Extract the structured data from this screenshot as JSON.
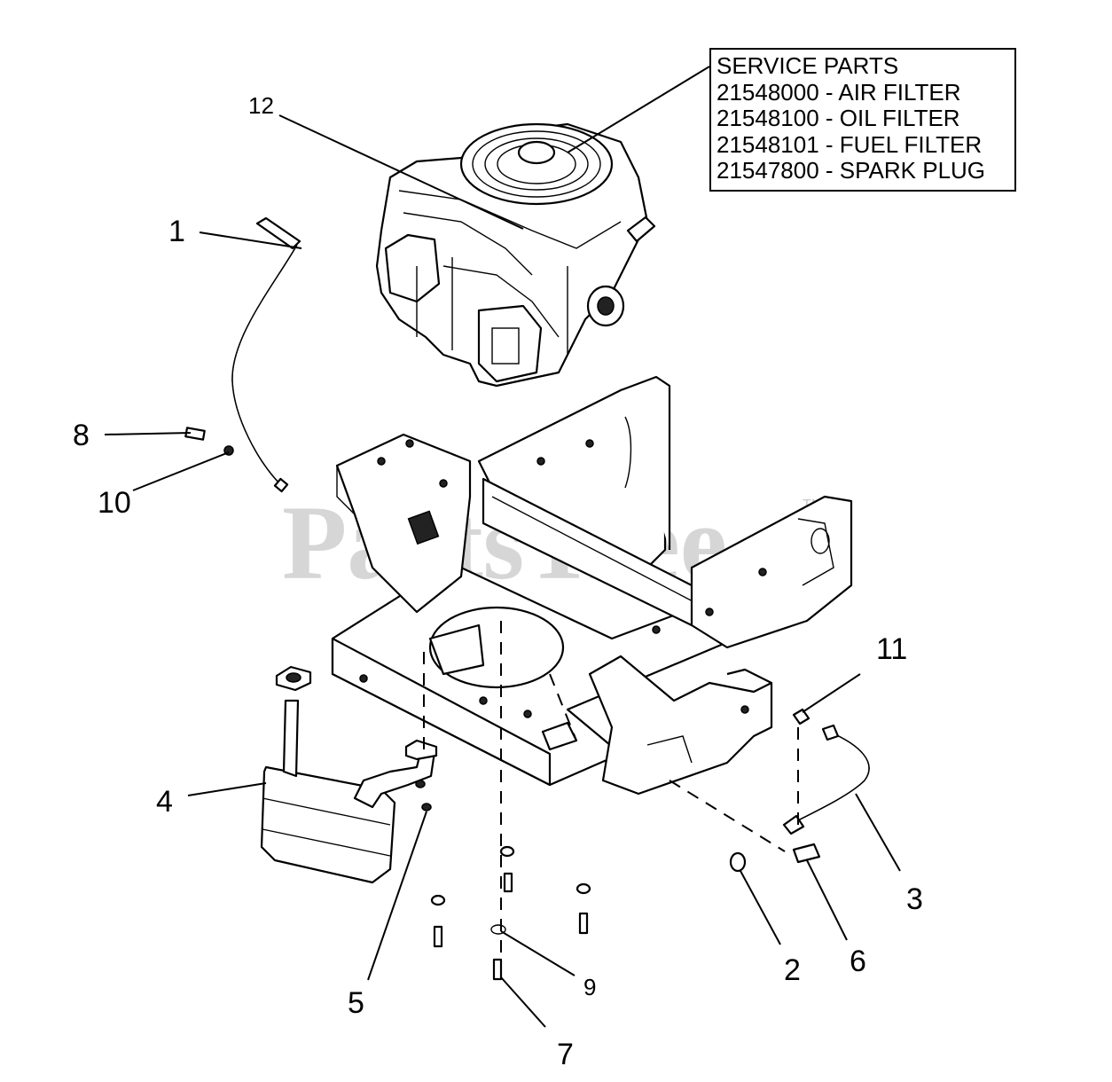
{
  "service_parts": {
    "title": "SERVICE PARTS",
    "items": [
      "21548000 - AIR FILTER",
      "21548100 - OIL FILTER",
      "21548101 - FUEL FILTER",
      "21547800 - SPARK PLUG"
    ]
  },
  "callouts": {
    "c1": "1",
    "c2": "2",
    "c3": "3",
    "c4": "4",
    "c5": "5",
    "c6": "6",
    "c7": "7",
    "c8": "8",
    "c9": "9",
    "c10": "10",
    "c11": "11",
    "c12": "12"
  },
  "watermark": {
    "text": "PartsTree",
    "tm": "TM"
  }
}
